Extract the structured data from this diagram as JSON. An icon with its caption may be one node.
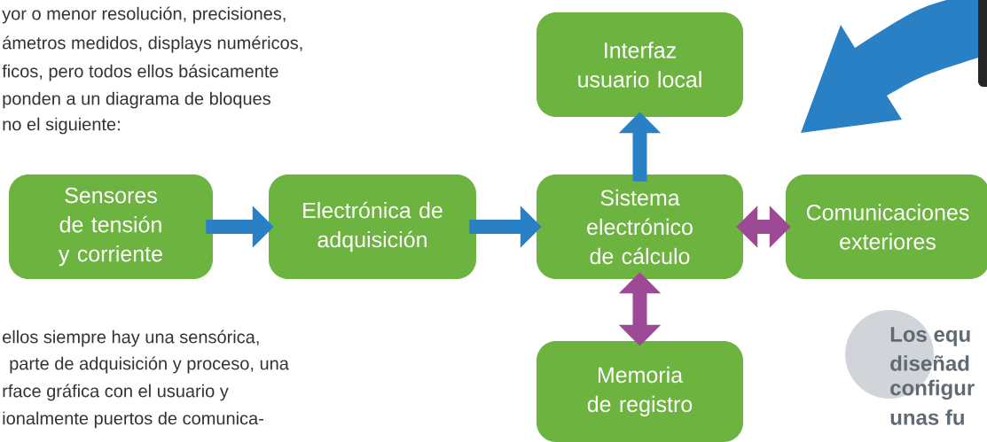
{
  "diagram": {
    "nodes": [
      {
        "text": [
          "Sensores de tensión y corriente"
        ]
      },
      {
        "text": [
          "Electrónica de adquisición"
        ]
      },
      {
        "text": [
          "Sistema electrónico de cálculo"
        ]
      },
      {
        "text": [
          "Interfaz usuario local"
        ]
      },
      {
        "text": [
          "Comunicaciones exteriores"
        ]
      },
      {
        "text": [
          "Memoria de registro"
        ]
      }
    ],
    "edges": [
      {
        "from": 0,
        "to": 1,
        "arrow": "to"
      },
      {
        "from": 1,
        "to": 2,
        "arrow": "to"
      },
      {
        "from": 2,
        "to": 3,
        "arrow": "to"
      },
      {
        "from": 2,
        "to": 4,
        "arrow": "both",
        "color": "#9c4a95"
      },
      {
        "from": 2,
        "to": 5,
        "arrow": "both",
        "color": "#9c4a95"
      }
    ],
    "labels": [
      "yor o menor resolución, precisiones,",
      "ámetros medidos, displays numéricos,",
      "ficos, pero todos ellos básicamente",
      "ponden a un diagrama de bloques",
      "no el siguiente:",
      "ellos siempre hay una sensórica,",
      "parte de adquisición y proceso, una",
      "rface gráfica con el usuario y",
      "ionalmente puertos de comunica-",
      "Los equ",
      "diseñad",
      "configur",
      "unas fu"
    ]
  }
}
